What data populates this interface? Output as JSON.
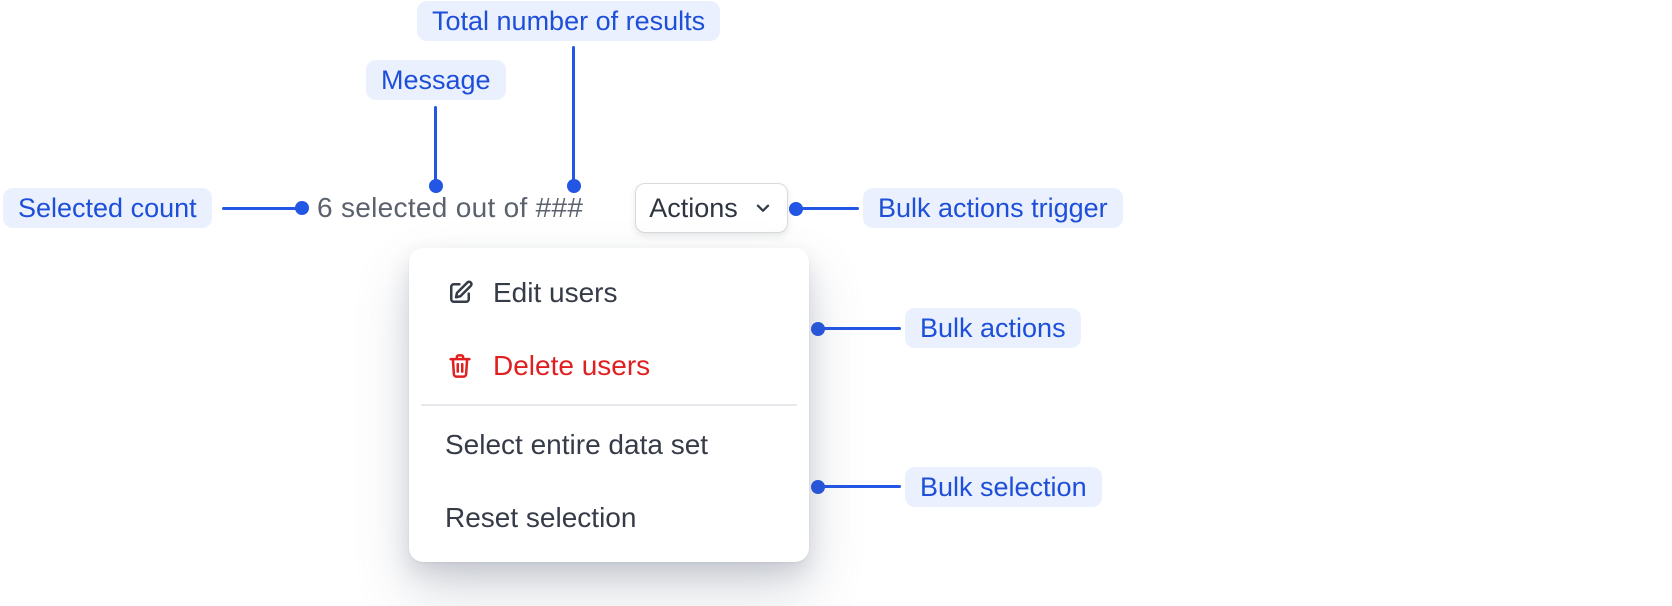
{
  "annotations": {
    "total_results": "Total number of results",
    "message": "Message",
    "selected_count": "Selected count",
    "bulk_trigger": "Bulk actions trigger",
    "bulk_actions": "Bulk actions",
    "bulk_selection": "Bulk selection"
  },
  "selection_bar": {
    "message_text": "6 selected out of ###",
    "actions_button": "Actions"
  },
  "menu": {
    "items": [
      {
        "label": "Edit users",
        "icon": "edit-icon",
        "variant": "default"
      },
      {
        "label": "Delete users",
        "icon": "trash-icon",
        "variant": "danger"
      },
      {
        "label": "Select entire data set",
        "variant": "default"
      },
      {
        "label": "Reset selection",
        "variant": "default"
      }
    ]
  },
  "colors": {
    "label_bg": "#EAF0FD",
    "label_text": "#1D4FD8",
    "connector": "#2356E4",
    "message_text": "#5B626D",
    "menu_text": "#353B47",
    "danger": "#E02020",
    "button_border": "#D8DADF",
    "divider": "#E8E9EC"
  }
}
